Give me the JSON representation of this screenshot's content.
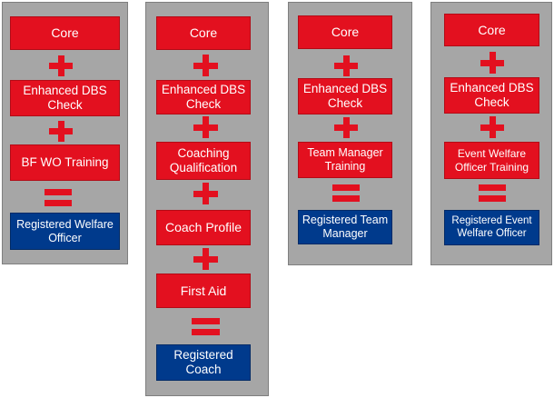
{
  "columns": [
    {
      "id": "welfare-officer",
      "steps": [
        "Core",
        "Enhanced DBS Check",
        "BF WO Training"
      ],
      "result": "Registered Welfare Officer"
    },
    {
      "id": "coach",
      "steps": [
        "Core",
        "Enhanced DBS Check",
        "Coaching Qualification",
        "Coach Profile",
        "First Aid"
      ],
      "result": "Registered Coach"
    },
    {
      "id": "team-manager",
      "steps": [
        "Core",
        "Enhanced DBS Check",
        "Team Manager Training"
      ],
      "result": "Registered Team Manager"
    },
    {
      "id": "event-welfare-officer",
      "steps": [
        "Core",
        "Enhanced DBS Check",
        "Event Welfare Officer Training"
      ],
      "result": "Registered Event Welfare Officer"
    }
  ],
  "colors": {
    "panel": "#a6a6a6",
    "step": "#e3101f",
    "result": "#003a8c",
    "text": "#ffffff"
  }
}
